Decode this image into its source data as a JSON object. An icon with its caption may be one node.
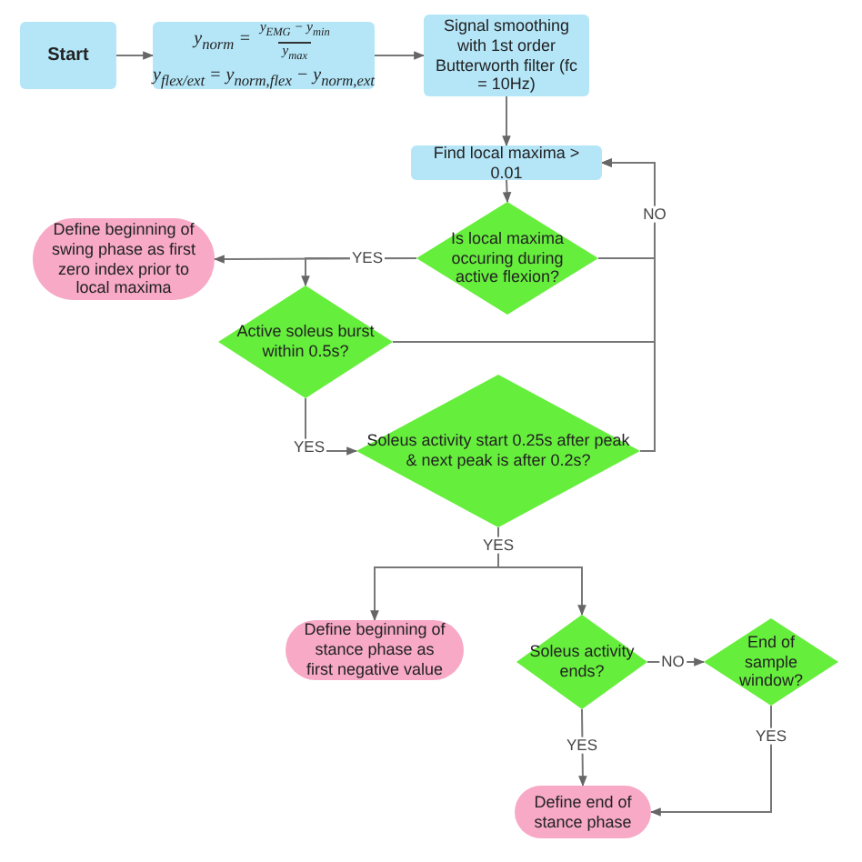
{
  "diagram": {
    "nodes": [
      {
        "text": [
          "Start"
        ]
      },
      {
        "text": [
          "y$_{norm}$ =",
          "y$_{EMG}$ − y$_{min}$",
          "y$_{max}$",
          "y$_{flex/ext}$ = y$_{norm,flex}$ − y$_{norm,ext}$"
        ]
      },
      {
        "text": [
          "Signal smoothing with 1st order Butterworth filter (fc = 10Hz)"
        ]
      },
      {
        "text": [
          "Find local maxima > 0.01"
        ]
      },
      {
        "text": [
          "Is local maxima occuring during active flexion?"
        ]
      },
      {
        "text": [
          "Define beginning of swing phase as first zero index prior to local maxima"
        ]
      },
      {
        "text": [
          "Active soleus burst within 0.5s?"
        ]
      },
      {
        "text": [
          "Soleus activity start 0.25s after peak & next peak is after 0.2s?"
        ]
      },
      {
        "text": [
          "Define beginning of stance phase as first negative value"
        ]
      },
      {
        "text": [
          "Soleus activity ends?"
        ]
      },
      {
        "text": [
          "End of sample window?"
        ]
      },
      {
        "text": [
          "Define end of stance phase"
        ]
      }
    ],
    "edges": [
      {
        "from": 0,
        "to": 1,
        "arrow": "to"
      },
      {
        "from": 1,
        "to": 2,
        "arrow": "to"
      },
      {
        "from": 2,
        "to": 3,
        "arrow": "to"
      },
      {
        "from": 3,
        "to": 4,
        "arrow": "to"
      },
      {
        "from": 4,
        "to": 5,
        "arrow": "to",
        "label": "YES"
      },
      {
        "from": 4,
        "to": 6,
        "arrow": "to"
      },
      {
        "from": 4,
        "to": 3,
        "arrow": "to",
        "label": "NO"
      },
      {
        "from": 6,
        "to": 3,
        "arrow": "to"
      },
      {
        "from": 7,
        "to": 3,
        "arrow": "to"
      },
      {
        "from": 6,
        "to": 7,
        "arrow": "to",
        "label": "YES"
      },
      {
        "from": 7,
        "to": 8,
        "arrow": "to",
        "label": "YES"
      },
      {
        "from": 7,
        "to": 9,
        "arrow": "to"
      },
      {
        "from": 9,
        "to": 10,
        "arrow": "to",
        "label": "NO"
      },
      {
        "from": 9,
        "to": 11,
        "arrow": "to",
        "label": "YES"
      },
      {
        "from": 10,
        "to": 11,
        "arrow": "to",
        "label": "YES"
      }
    ]
  }
}
